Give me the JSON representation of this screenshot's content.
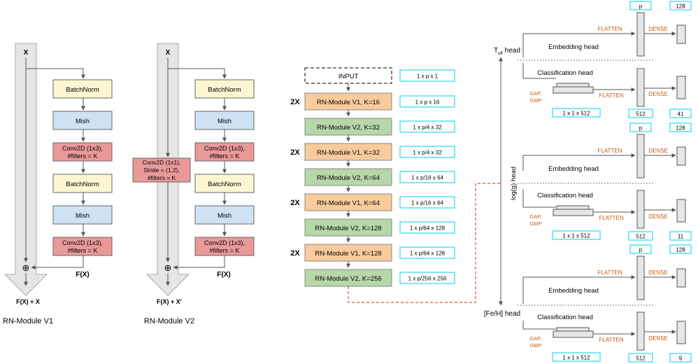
{
  "v1": {
    "x": "X",
    "layers": [
      "BatchNorm",
      "Mish",
      "Conv2D (1x3),",
      "#filters = K",
      "BatchNorm",
      "Mish",
      "Conv2D (1x3),",
      "#filters = K"
    ],
    "fx": "F(X)",
    "out": "F(X) + X",
    "caption": "RN-Module V1",
    "plus": "⊕"
  },
  "v2": {
    "x": "X",
    "layers": [
      "BatchNorm",
      "Mish",
      "Conv2D (1x3),",
      "#filters = K",
      "BatchNorm",
      "Mish",
      "Conv2D (1x3),",
      "#filters = K"
    ],
    "shortcut": [
      "Conv2D (1x1),",
      "Stride = (1,2),",
      "#filters = K"
    ],
    "fx": "F(X)",
    "out": "F(X) + X'",
    "caption": "RN-Module V2",
    "plus": "⊕"
  },
  "backbone": {
    "input": "INPUT",
    "input_shape": "1 x p x 1",
    "repeat": "2X",
    "blocks": [
      {
        "label": "RN-Module V1, K=16",
        "shape": "1 x p x 16"
      },
      {
        "label": "RN-Module V2, K=32",
        "shape": "1 x p/4 x 32"
      },
      {
        "label": "RN-Module V1, K=32",
        "shape": "1 x p/4 x 32"
      },
      {
        "label": "RN-Module V2, K=64",
        "shape": "1 x p/16 x 64"
      },
      {
        "label": "RN-Module V1, K=64",
        "shape": "1 x p/16 x 64"
      },
      {
        "label": "RN-Module V2, K=128",
        "shape": "1 x p/64 x 128"
      },
      {
        "label": "RN-Module V1, K=128",
        "shape": "1 x p/64 x 128"
      },
      {
        "label": "RN-Module V2, K=256",
        "shape": "1 x p/256 x 256"
      }
    ]
  },
  "heads": {
    "teff": {
      "T": "T",
      "sub": "eff",
      "suffix": "head"
    },
    "logg": "log(g) head",
    "feh": "[Fe/H] head",
    "embedding": "Embedding head",
    "classification": "Classification head",
    "flatten": "FLATTEN",
    "dense": "DENSE",
    "gap1": "GAP,",
    "gap2": "GMP",
    "p": "p",
    "d128": "128",
    "pool_shape": "1 x 1 x 512",
    "d512": "512",
    "classes": [
      "41",
      "11",
      "9"
    ]
  },
  "colors": {
    "batchnorm": "#fef6d2",
    "mish": "#cfe2f3",
    "conv": "#ea9999",
    "v1": "#f9cb9c",
    "v2": "#b6d7a8",
    "cyan": "#00d0ee",
    "orange": "#c55a11",
    "red_dash": "#e02020"
  }
}
